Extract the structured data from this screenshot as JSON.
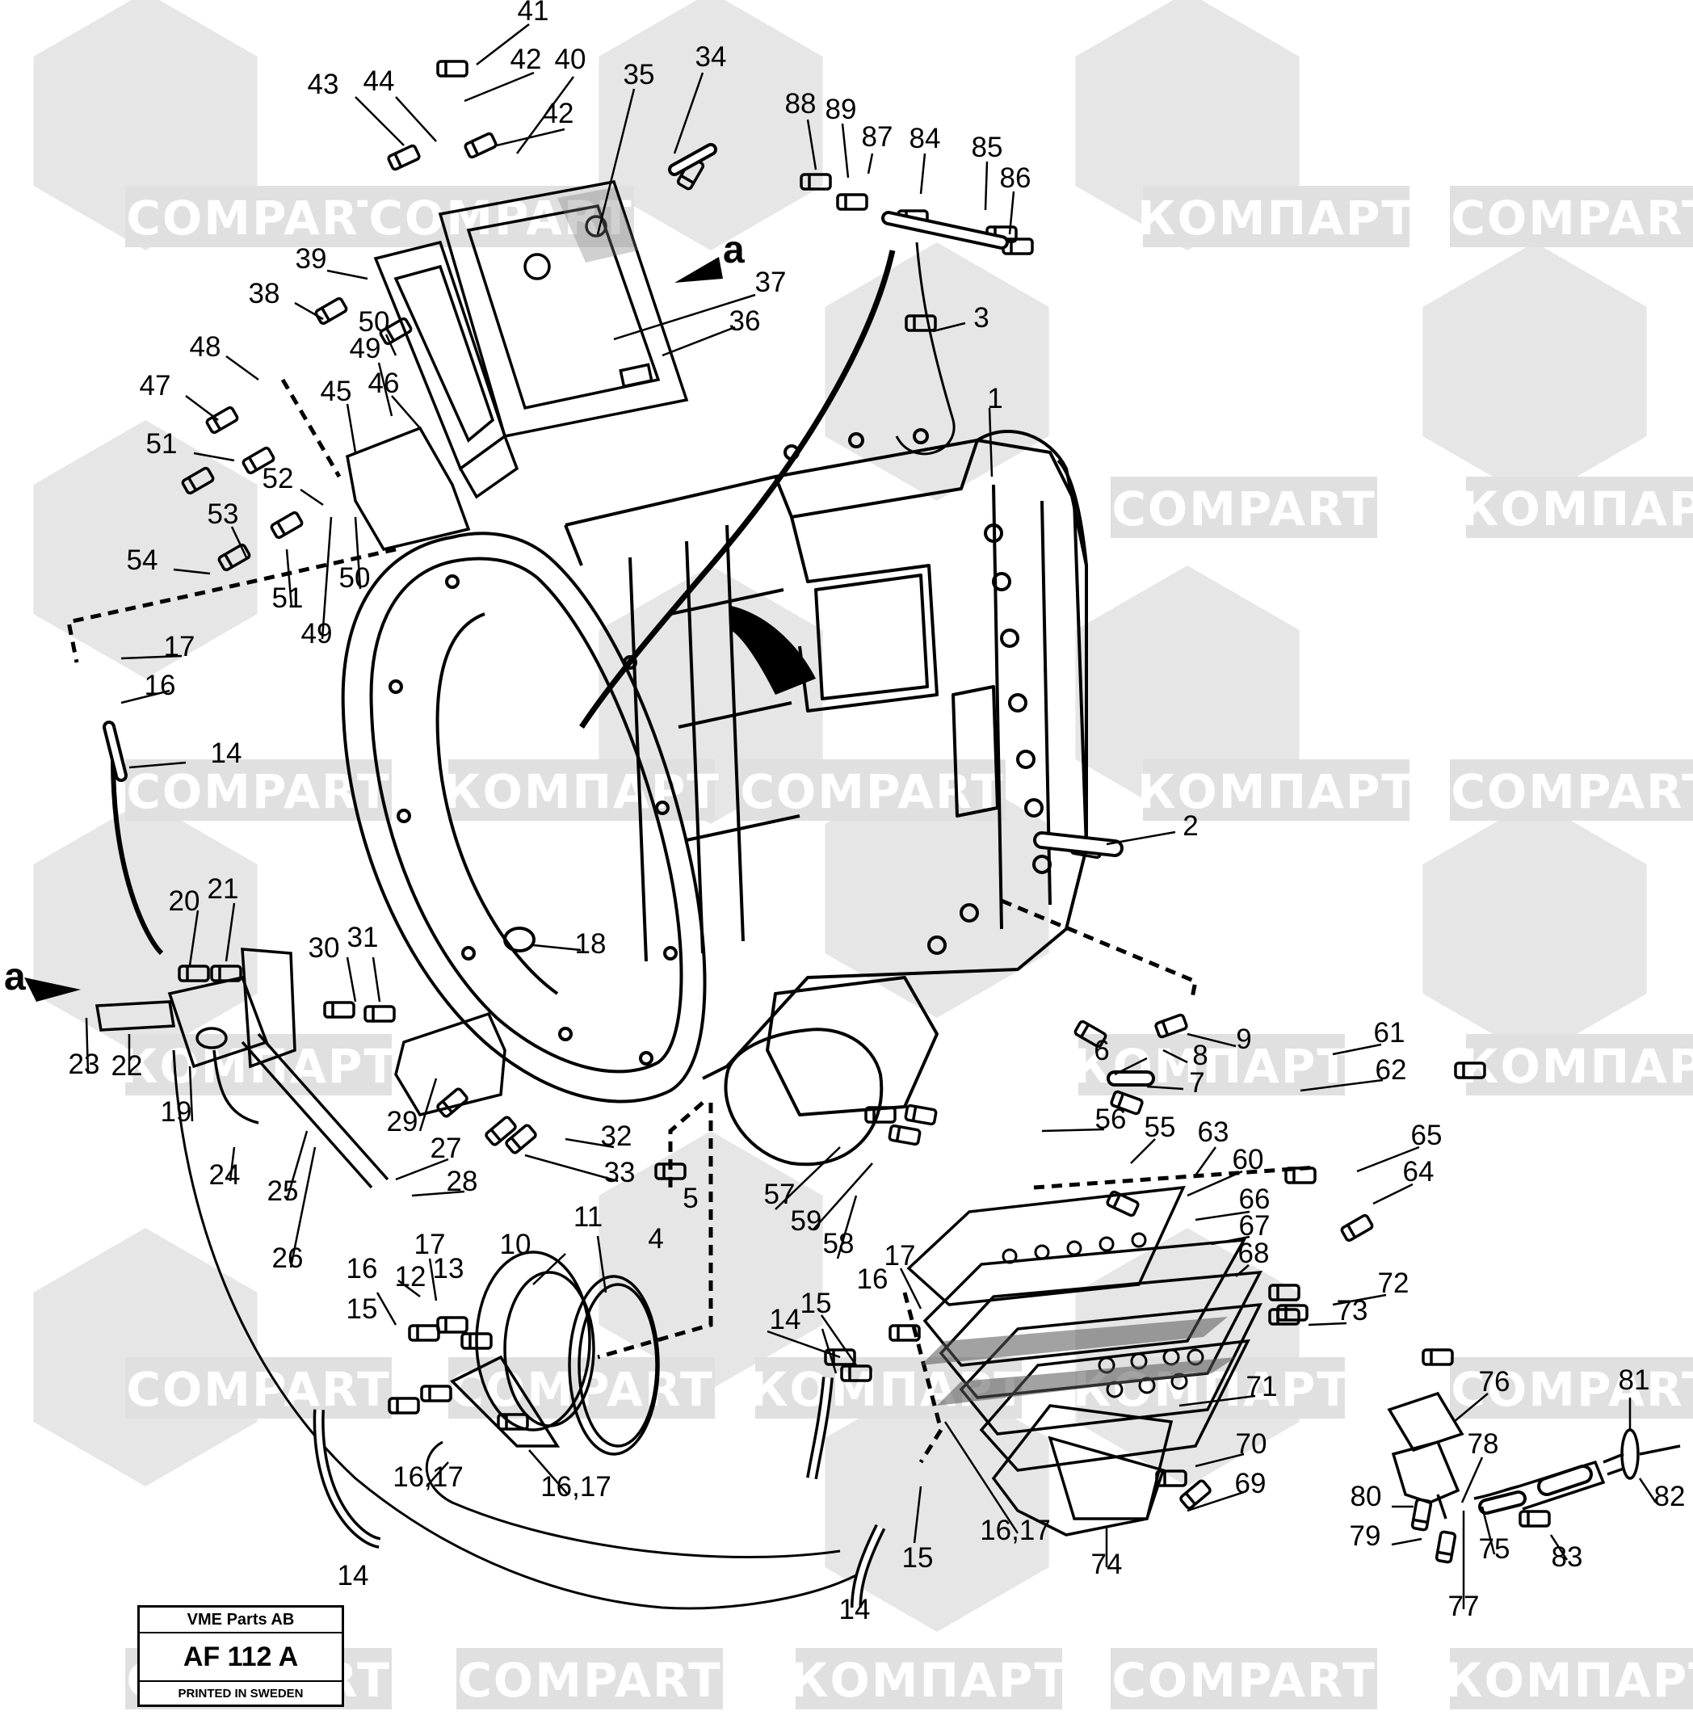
{
  "watermarks": [
    "COMPART",
    "КОМПАРТ"
  ],
  "markers": {
    "view": "a"
  },
  "stamp": {
    "company": "VME Parts AB",
    "code": "AF 112 A",
    "printed": "PRINTED IN SWEDEN"
  },
  "labels": [
    "1",
    "2",
    "3",
    "4",
    "5",
    "6",
    "7",
    "8",
    "9",
    "10",
    "11",
    "12",
    "13",
    "14",
    "15",
    "16",
    "17",
    "18",
    "19",
    "20",
    "21",
    "22",
    "23",
    "24",
    "25",
    "26",
    "27",
    "28",
    "29",
    "30",
    "31",
    "32",
    "33",
    "34",
    "35",
    "36",
    "37",
    "38",
    "39",
    "40",
    "41",
    "42",
    "43",
    "44",
    "45",
    "46",
    "47",
    "48",
    "49",
    "50",
    "51",
    "52",
    "53",
    "54",
    "55",
    "56",
    "57",
    "58",
    "59",
    "60",
    "61",
    "62",
    "63",
    "64",
    "65",
    "66",
    "67",
    "68",
    "69",
    "70",
    "71",
    "72",
    "73",
    "74",
    "75",
    "76",
    "77",
    "78",
    "79",
    "80",
    "81",
    "82",
    "83",
    "84",
    "85",
    "86",
    "87",
    "88",
    "89",
    "16,17"
  ]
}
